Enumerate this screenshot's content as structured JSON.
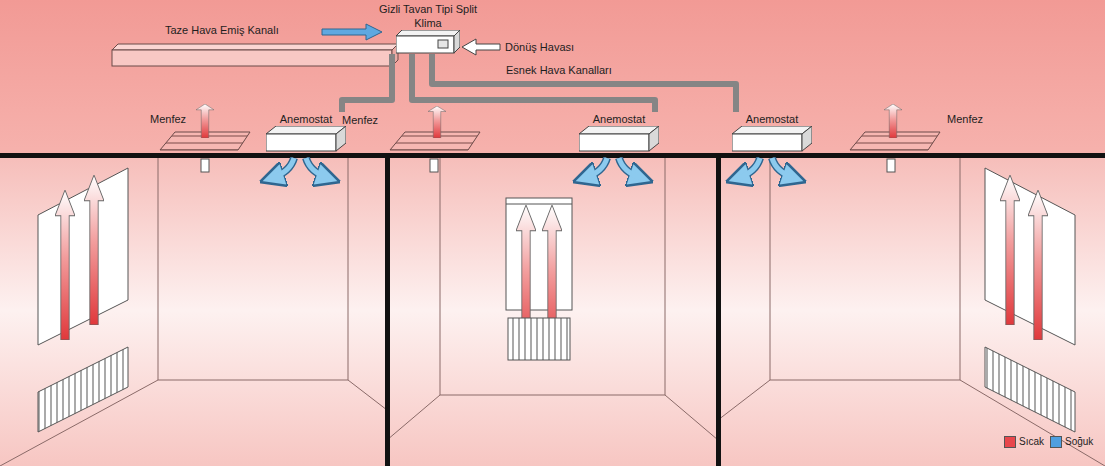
{
  "diagram": {
    "nodes": [
      {
        "text": [
          "Gizli Tavan Tipi Split Klima"
        ]
      },
      {
        "text": [
          "Anemostat"
        ]
      },
      {
        "text": [
          "Anemostat"
        ]
      },
      {
        "text": [
          "Anemostat"
        ]
      }
    ],
    "edges": [
      {
        "from": 0,
        "to": 1,
        "arrow": "none"
      },
      {
        "from": 0,
        "to": 2,
        "arrow": "none"
      },
      {
        "from": 0,
        "to": 3,
        "arrow": "none"
      }
    ],
    "labels": [
      "Taze Hava Emiş Kanalı",
      "Dönüş Havası",
      "Esnek Hava Kanalları",
      "Menfez",
      "Menfez",
      "Menfez"
    ],
    "legend": [
      {
        "text": "Sıcak",
        "color": "#e8474c"
      },
      {
        "text": "Soğuk",
        "color": "#4f9fe0"
      }
    ]
  }
}
